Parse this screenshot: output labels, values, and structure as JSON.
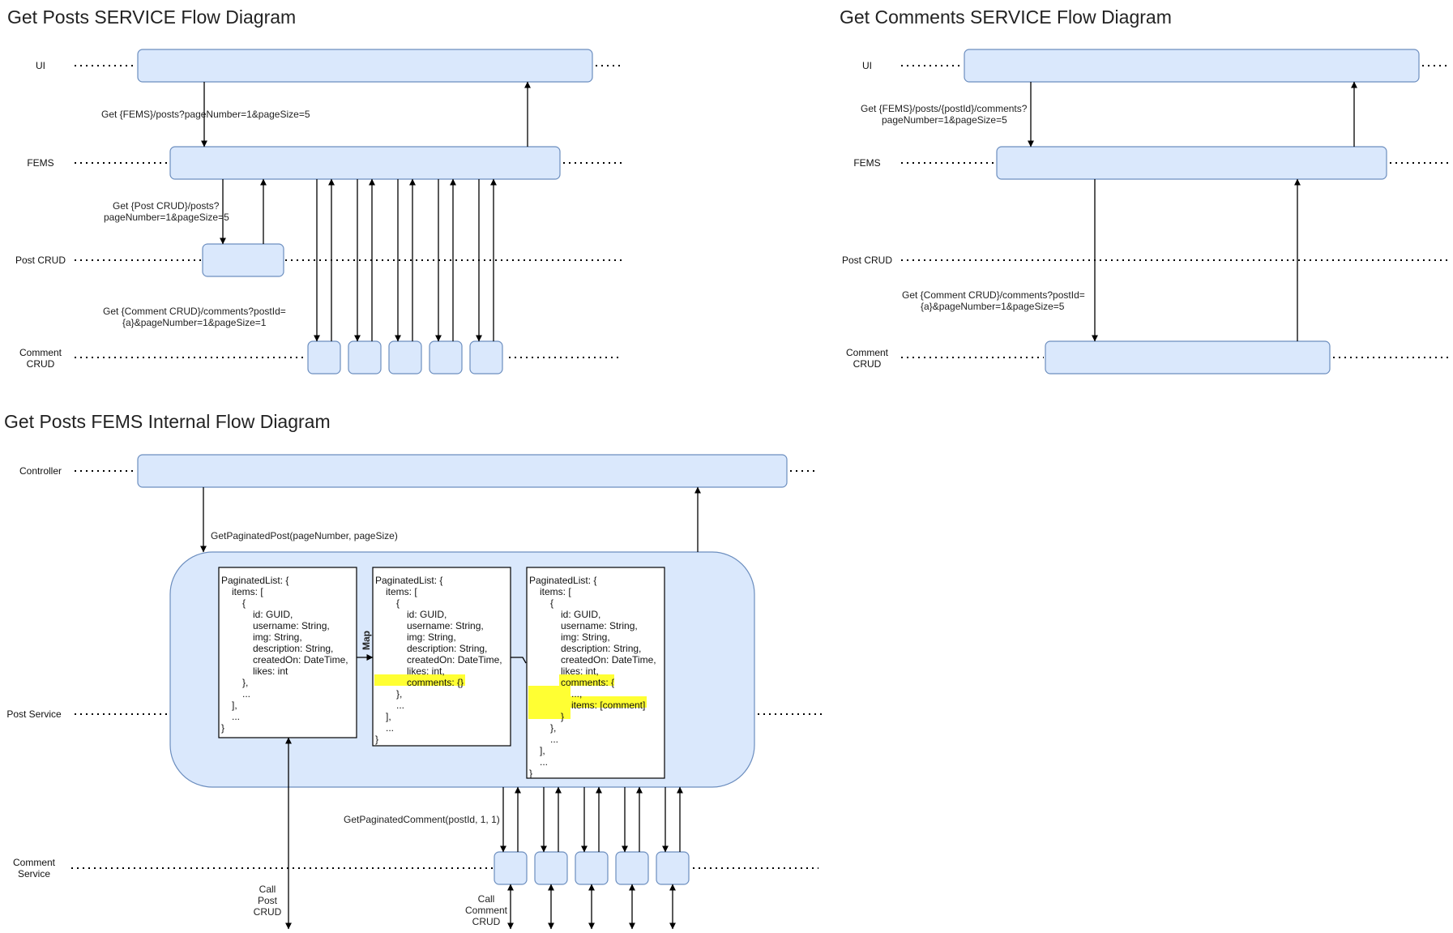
{
  "colors": {
    "box_fill": "#dae8fc",
    "box_stroke": "#6c8ebf",
    "highlight": "#ffff33"
  },
  "diagram1": {
    "title": "Get Posts SERVICE Flow Diagram",
    "lanes": {
      "ui": "UI",
      "fems": "FEMS",
      "post_crud": "Post CRUD",
      "comment_crud_1": "Comment",
      "comment_crud_2": "CRUD"
    },
    "label_get_fems_a": "Get {FEMS}/posts?",
    "label_get_fems_b": "pageNumber=1&pageSize=5",
    "label_get_post_crud_1": "Get {Post CRUD}/posts?",
    "label_get_post_crud_2": "pageNumber=1&pageSize=5",
    "label_get_comment_crud_1": "Get {Comment CRUD}/comments?postId=",
    "label_get_comment_crud_2": "{a}&pageNumber=1&pageSize=1"
  },
  "diagram2": {
    "title": "Get Comments SERVICE Flow Diagram",
    "lanes": {
      "ui": "UI",
      "fems": "FEMS",
      "post_crud": "Post CRUD",
      "comment_crud_1": "Comment",
      "comment_crud_2": "CRUD"
    },
    "label_get_fems_1": "Get {FEMS}/posts/{postId}/comments?",
    "label_get_fems_2": "pageNumber=1&pageSize=5",
    "label_get_comment_crud_1": "Get {Comment CRUD}/comments?postId=",
    "label_get_comment_crud_2": "{a}&pageNumber=1&pageSize=5"
  },
  "diagram3": {
    "title": "Get Posts FEMS Internal Flow Diagram",
    "lanes": {
      "controller": "Controller",
      "post_service": "Post Service",
      "comment_service_1": "Comment",
      "comment_service_2": "Service"
    },
    "label_get_paginated_post": "GetPaginatedPost(pageNumber, pageSize)",
    "label_get_paginated_comment": "GetPaginatedComment(postId, 1, 1)",
    "label_map": "Map",
    "call_post_crud": [
      "Call",
      "Post",
      "CRUD"
    ],
    "call_comment_crud": [
      "Call",
      "Comment",
      "CRUD"
    ],
    "code1": [
      "PaginatedList: {",
      "items: [",
      "{",
      "id: GUID,",
      "username: String,",
      "img: String,",
      "description: String,",
      "createdOn: DateTime,",
      "likes: int",
      "},",
      "...",
      "],",
      "...",
      "}"
    ],
    "code2": [
      "PaginatedList: {",
      "items: [",
      "{",
      "id: GUID,",
      "username: String,",
      "img: String,",
      "description: String,",
      "createdOn: DateTime,",
      "likes: int,",
      "comments: {}",
      "},",
      "...",
      "],",
      "...",
      "}"
    ],
    "code3": [
      "PaginatedList: {",
      "items: [",
      "{",
      "id: GUID,",
      "username: String,",
      "img: String,",
      "description: String,",
      "createdOn: DateTime,",
      "likes: int,",
      "comments: {",
      "...,",
      "items: [comment]",
      "}",
      "},",
      "...",
      "],",
      "...",
      "}"
    ]
  }
}
